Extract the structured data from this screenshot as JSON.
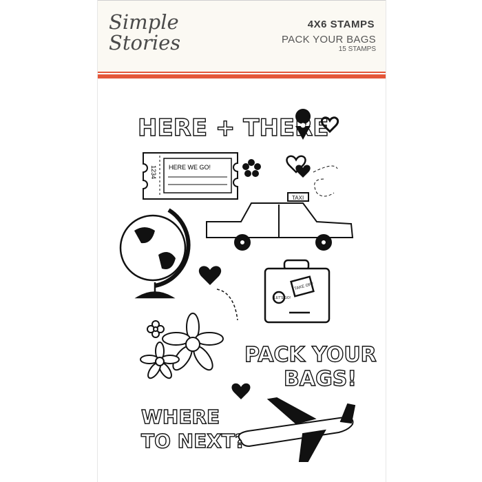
{
  "brand": "Simple Stories",
  "badge": "4X6 STAMPS",
  "product_name": "PACK YOUR BAGS",
  "stamp_count": "15 STAMPS",
  "colors": {
    "accent": "#e4573a",
    "header_bg": "#fbf9f3",
    "ink": "#111111"
  },
  "stamps": {
    "here_there": "HERE + THERE",
    "ticket_number": "1234",
    "ticket_text": "HERE WE GO!",
    "taxi_sign": "TAXI",
    "sticker_lets_go": "LET'S GO!",
    "sticker_take_off": "TAKE OFF",
    "pack_line1": "PACK YOUR",
    "pack_line2": "BAGS!",
    "where_line1": "WHERE",
    "where_line2": "TO NEXT?"
  }
}
